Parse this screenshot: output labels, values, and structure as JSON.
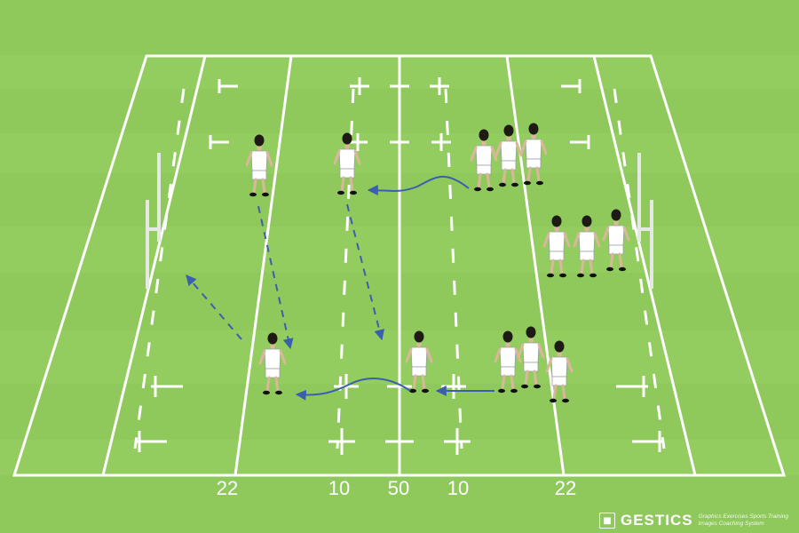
{
  "field_marks": {
    "left_22": "22",
    "left_10": "10",
    "half": "50",
    "right_10": "10",
    "right_22": "22"
  },
  "brand": {
    "name": "GESTICS",
    "tagline_1": "Graphics Exercises Sports Training",
    "tagline_2": "Images Coaching System"
  },
  "colors": {
    "grass": "#8fc95c",
    "stripe": "#98d063",
    "lines": "#ffffff",
    "arrows": "#3b5fae",
    "kit": "#ffffff"
  }
}
